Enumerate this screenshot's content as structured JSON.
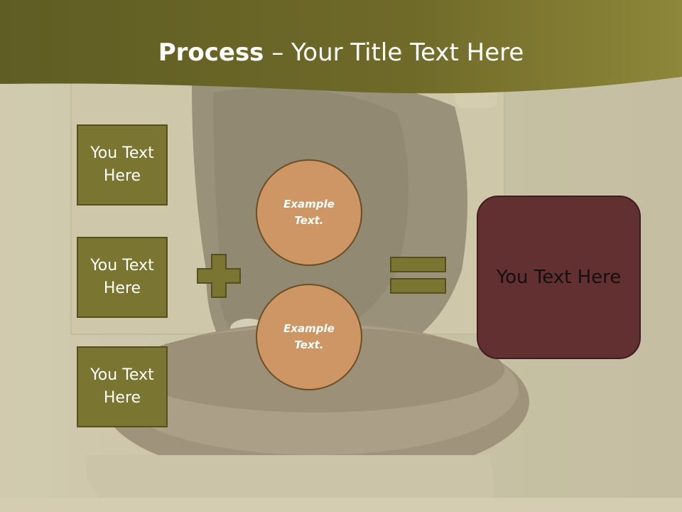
{
  "title": {
    "bold": "Process",
    "rest": " – Your Title Text Here"
  },
  "left_boxes": [
    {
      "text": "You Text\nHere"
    },
    {
      "text": "You Text\nHere"
    },
    {
      "text": "You Text\nHere"
    }
  ],
  "circles": [
    {
      "text": "Example\nText."
    },
    {
      "text": "Example\nText."
    }
  ],
  "operators": {
    "plus": "plus-sign",
    "equals": "equals-sign"
  },
  "result_box": {
    "text": "You Text Here"
  },
  "colors": {
    "header": "#6f6a28",
    "left_box_fill": "#7a7530",
    "circle_fill": "#cd9664",
    "result_fill": "#633031",
    "operator_fill": "#7a7530"
  }
}
